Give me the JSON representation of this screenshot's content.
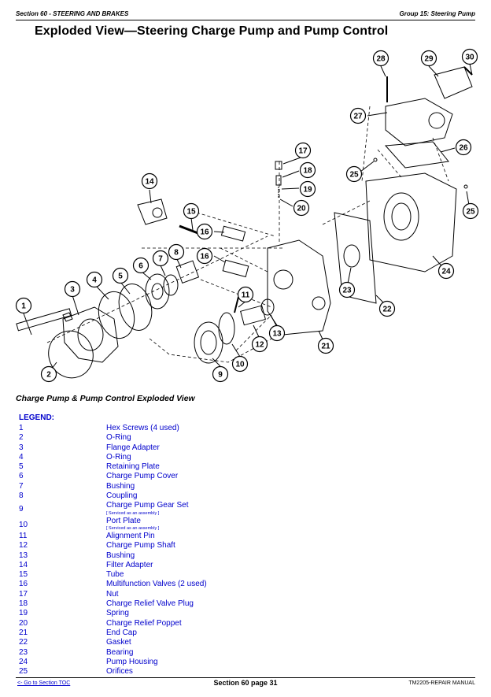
{
  "header": {
    "section": "Section 60 - STEERING AND BRAKES",
    "group": "Group 15: Steering Pump"
  },
  "title": "Exploded View—Steering Charge Pump and Pump Control",
  "figure_caption": "Charge Pump & Pump Control Exploded View",
  "callouts": [
    "1",
    "2",
    "3",
    "4",
    "5",
    "6",
    "7",
    "8",
    "9",
    "10",
    "11",
    "12",
    "13",
    "14",
    "15",
    "16",
    "16",
    "17",
    "18",
    "19",
    "20",
    "21",
    "22",
    "23",
    "24",
    "25",
    "25",
    "26",
    "27",
    "28",
    "29",
    "30"
  ],
  "legend": {
    "title": "LEGEND:",
    "items": [
      {
        "num": "1",
        "desc": "Hex Screws (4 used)"
      },
      {
        "num": "2",
        "desc": "O-Ring"
      },
      {
        "num": "3",
        "desc": "Flange Adapter"
      },
      {
        "num": "4",
        "desc": "O-Ring"
      },
      {
        "num": "5",
        "desc": "Retaining Plate"
      },
      {
        "num": "6",
        "desc": "Charge Pump Cover"
      },
      {
        "num": "7",
        "desc": "Bushing"
      },
      {
        "num": "8",
        "desc": "Coupling"
      },
      {
        "num": "9",
        "desc": "Charge Pump Gear Set",
        "note": "[ Serviced as an assembly ]"
      },
      {
        "num": "10",
        "desc": "Port Plate",
        "note": "[ Serviced as an assembly ]"
      },
      {
        "num": "11",
        "desc": "Alignment Pin"
      },
      {
        "num": "12",
        "desc": "Charge Pump Shaft"
      },
      {
        "num": "13",
        "desc": "Bushing"
      },
      {
        "num": "14",
        "desc": "Filter Adapter"
      },
      {
        "num": "15",
        "desc": "Tube"
      },
      {
        "num": "16",
        "desc": "Multifunction Valves (2 used)"
      },
      {
        "num": "17",
        "desc": "Nut"
      },
      {
        "num": "18",
        "desc": "Charge Relief Valve Plug"
      },
      {
        "num": "19",
        "desc": "Spring"
      },
      {
        "num": "20",
        "desc": "Charge Relief Poppet"
      },
      {
        "num": "21",
        "desc": "End Cap"
      },
      {
        "num": "22",
        "desc": "Gasket"
      },
      {
        "num": "23",
        "desc": "Bearing"
      },
      {
        "num": "24",
        "desc": "Pump Housing"
      },
      {
        "num": "25",
        "desc": "Orifices"
      }
    ]
  },
  "footer": {
    "toc_link": "<- Go to Section TOC",
    "page": "Section 60 page 31",
    "manual": "TM2205-REPAIR MANUAL"
  },
  "colors": {
    "link": "#0000cc"
  }
}
